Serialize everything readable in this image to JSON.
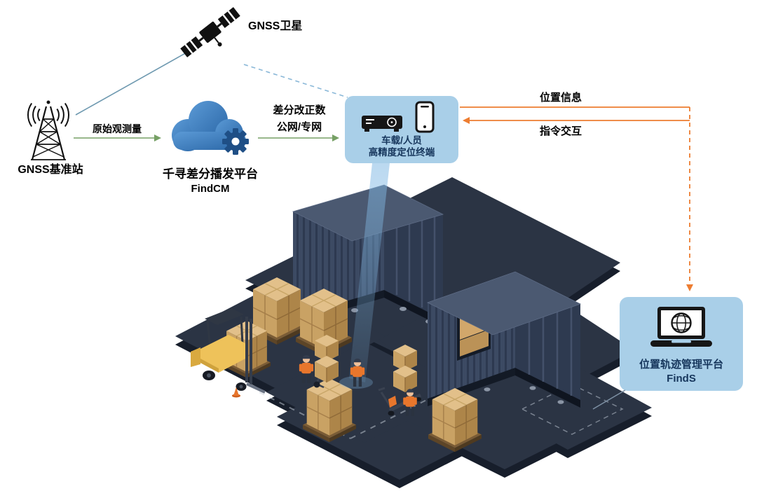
{
  "colors": {
    "panel_bg": "#a9cfe8",
    "orange": "#ed7d31",
    "green": "#76a065",
    "satellite_line_blue": "#6e99b0",
    "dashed_link_blue": "#8ab8d8",
    "navy_text": "#16365c",
    "cloud_blue": "#2e6cab",
    "scene_dark": "#2b3444"
  },
  "satellite": {
    "label": "GNSS卫星"
  },
  "base_station": {
    "label": "GNSS基准站"
  },
  "links": {
    "raw_observation": "原始观测量",
    "correction_line1": "差分改正数",
    "correction_line2": "公网/专网",
    "position_info": "位置信息",
    "command_interaction": "指令交互"
  },
  "cloud_platform": {
    "name": "千寻差分播发平台",
    "product": "FindCM"
  },
  "terminal": {
    "line1": "车载/人员",
    "line2": "高精度定位终端"
  },
  "management_platform": {
    "name": "位置轨迹管理平台",
    "product": "FindS"
  }
}
